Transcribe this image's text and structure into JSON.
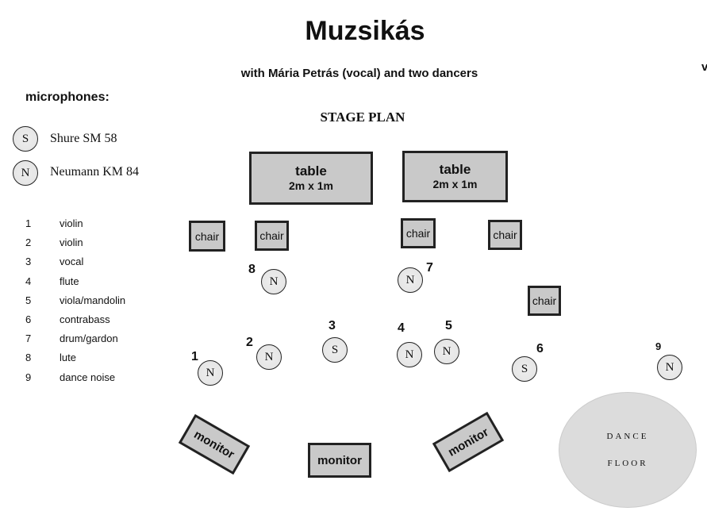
{
  "header": {
    "title": "Muzsikás",
    "subtitle": "with Mária Petrás (vocal) and two dancers",
    "cut_text": "v"
  },
  "legend": {
    "heading": "microphones:",
    "items": [
      {
        "symbol": "S",
        "label": "Shure SM 58"
      },
      {
        "symbol": "N",
        "label": "Neumann KM 84"
      }
    ]
  },
  "instruments": [
    {
      "num": "1",
      "name": "violin"
    },
    {
      "num": "2",
      "name": "violin"
    },
    {
      "num": "3",
      "name": "vocal"
    },
    {
      "num": "4",
      "name": "flute"
    },
    {
      "num": "5",
      "name": "viola/mandolin"
    },
    {
      "num": "6",
      "name": "contrabass"
    },
    {
      "num": "7",
      "name": "drum/gardon"
    },
    {
      "num": "8",
      "name": "lute"
    },
    {
      "num": "9",
      "name": "dance noise"
    }
  ],
  "stage": {
    "title": "STAGE PLAN",
    "tables": [
      {
        "label": "table",
        "size": "2m x 1m"
      },
      {
        "label": "table",
        "size": "2m x 1m"
      }
    ],
    "chair_label": "chair",
    "monitor_label": "monitor",
    "mics": [
      {
        "num": "1",
        "type": "N"
      },
      {
        "num": "2",
        "type": "N"
      },
      {
        "num": "3",
        "type": "S"
      },
      {
        "num": "4",
        "type": "N"
      },
      {
        "num": "5",
        "type": "N"
      },
      {
        "num": "6",
        "type": "S"
      },
      {
        "num": "7",
        "type": "N"
      },
      {
        "num": "8",
        "type": "N"
      },
      {
        "num": "9",
        "type": "N"
      }
    ],
    "dance_floor": [
      "DANCE",
      "FLOOR"
    ]
  }
}
